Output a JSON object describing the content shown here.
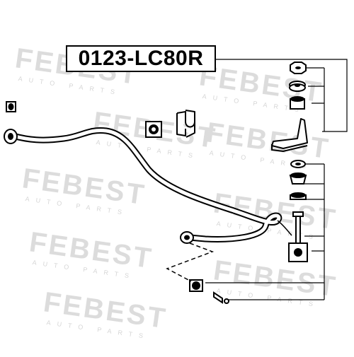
{
  "part_number": "0123-LC80R",
  "watermark": {
    "brand": "FEBEST",
    "subline": "AUTO PARTS"
  },
  "colors": {
    "ink": "#000000",
    "watermark": "#dcdcdc",
    "background": "#ffffff"
  },
  "components": [
    "stabilizer-bar",
    "stabilizer-bushing-left",
    "stabilizer-bushing-center",
    "bushing-bracket",
    "link-nut",
    "link-washer",
    "link-bushing-upper",
    "link-bracket",
    "link-bushing-lower",
    "link-cup",
    "link-rod",
    "link-sleeve-bushing",
    "link-pin"
  ]
}
